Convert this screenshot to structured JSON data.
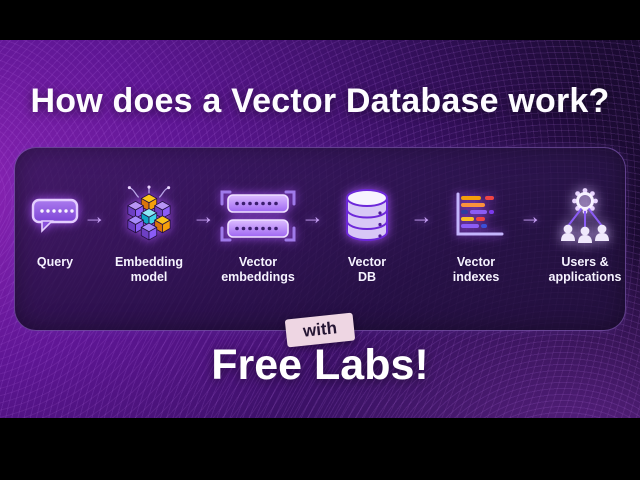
{
  "title": "How does a Vector Database work?",
  "badge": {
    "label": "with"
  },
  "subtitle": "Free Labs!",
  "flow": {
    "arrow": "→",
    "steps": [
      {
        "id": "query",
        "icon": "speech-bubble-icon",
        "lines": [
          "Query"
        ]
      },
      {
        "id": "embedding-model",
        "icon": "cubes-icon",
        "lines": [
          "Embedding",
          "model"
        ]
      },
      {
        "id": "vector-embeddings",
        "icon": "vector-rows-icon",
        "lines": [
          "Vector",
          "embeddings"
        ]
      },
      {
        "id": "vector-db",
        "icon": "database-icon",
        "lines": [
          "Vector",
          "DB"
        ]
      },
      {
        "id": "vector-indexes",
        "icon": "bar-chart-icon",
        "lines": [
          "Vector",
          "indexes"
        ]
      },
      {
        "id": "users-applications",
        "icon": "users-network-icon",
        "lines": [
          "Users &",
          "applications"
        ]
      }
    ]
  },
  "colors": {
    "arrow": "#c9a2f8",
    "title_text": "#fdfcff",
    "badge_bg": "#eed6e3",
    "badge_text": "#241533",
    "card_border": "#a87ae4",
    "accent_purple": "#8b5cf6",
    "accent_orange": "#f59f0a",
    "accent_cyan": "#3fd4e8",
    "accent_red": "#ef4444"
  }
}
